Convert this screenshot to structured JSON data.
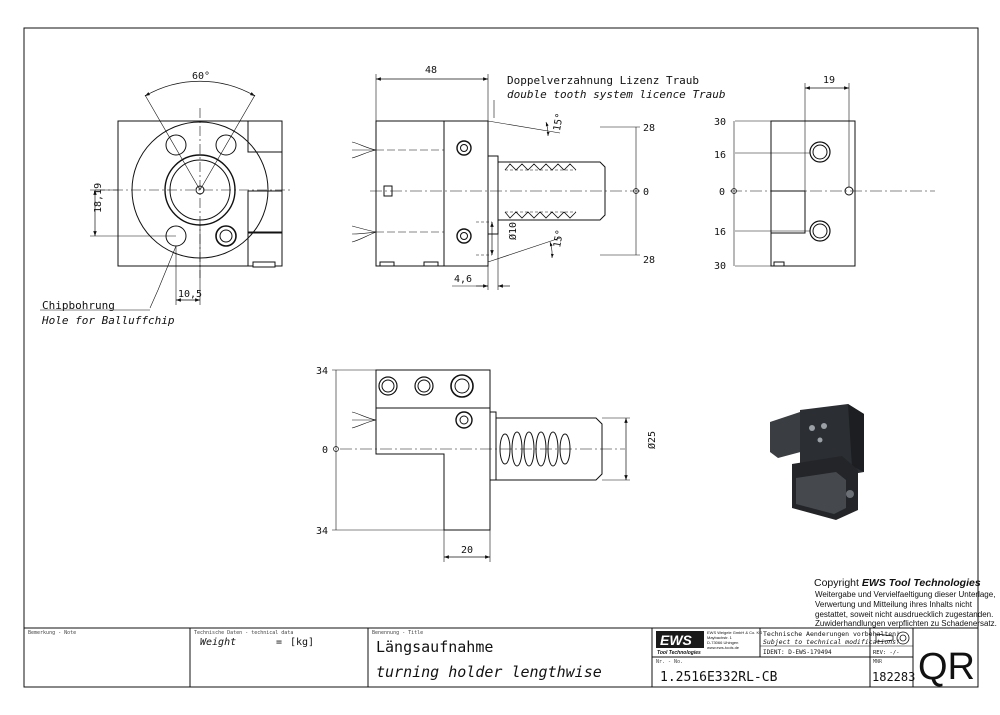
{
  "top_view": {
    "angle": "60°",
    "dim_height": "18,19",
    "dim_width": "10,5",
    "chip_label_de": "Chipbohrung",
    "chip_label_en": "Hole for Balluffchip"
  },
  "front_view": {
    "dim_top": "48",
    "tooth_label_de": "Doppelverzahnung Lizenz Traub",
    "tooth_label_en": "double tooth system licence Traub",
    "angle_top": "15°",
    "angle_bottom": "15°",
    "dia_small": "Ø10",
    "dim_offset": "4,6",
    "ord_top": "28",
    "ord_mid": "0",
    "ord_bottom": "28"
  },
  "side_view": {
    "dim_top": "19",
    "ord": [
      "30",
      "16",
      "0",
      "16",
      "30"
    ]
  },
  "bottom_view": {
    "ord_top": "34",
    "ord_mid": "0",
    "ord_bottom": "34",
    "dia_shank": "Ø25",
    "dim_bottom": "20"
  },
  "copyright": {
    "prefix": "Copyright ",
    "brand": "EWS Tool Technologies",
    "lines": [
      "Weitergabe und Vervielfaeltigung dieser Unterlage,",
      "Verwertung und Mitteilung ihres Inhalts nicht",
      "gestattet, soweit nicht ausdruecklich zugestanden.",
      "Zuwiderhandlungen verpflichten zu Schadenersatz."
    ]
  },
  "title_block": {
    "remark_label": "Bemerkung - Note",
    "tech_label": "Technische Daten - technical data",
    "weight_label": "Weight",
    "weight_eq": "=",
    "weight_unit": "[kg]",
    "title_label": "Benennung - Title",
    "title_de": "Längsaufnahme",
    "title_en": "turning holder lengthwise",
    "logo_text": "EWS",
    "logo_sub": "Tool Technologies",
    "company_lines": [
      "EWS Weigele GmbH & Co. KG",
      "Maybachstr. 1",
      "D-73066 Uhingen",
      "www.ews-tools.de"
    ],
    "changes_de": "Technische Aenderungen vorbehalten!",
    "changes_en": "Subject to technical modifications!",
    "ident": "IDENT: D-EWS-179494",
    "rev": "REV: -/-",
    "nr_label": "Nr. - No.",
    "part_no": "1.2516E332RL-CB",
    "mnr_label": "MNR",
    "mnr": "182283",
    "qr_text": "QR"
  }
}
